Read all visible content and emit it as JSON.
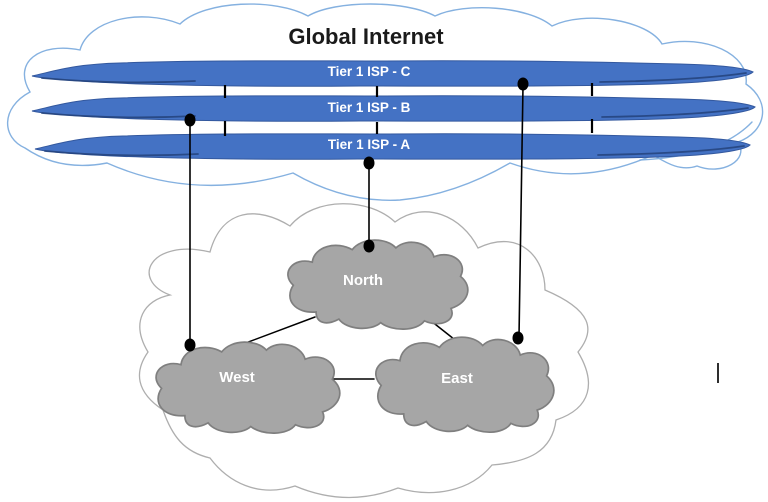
{
  "diagram": {
    "title": "Global Internet",
    "internet_cloud": {
      "name": "Global Internet",
      "tier1_isps": [
        {
          "id": "tier1-isp-c",
          "label": "Tier 1 ISP - C"
        },
        {
          "id": "tier1-isp-b",
          "label": "Tier 1 ISP - B"
        },
        {
          "id": "tier1-isp-a",
          "label": "Tier 1 ISP - A"
        }
      ]
    },
    "regional_cloud": {
      "regions": [
        {
          "id": "north",
          "label": "North"
        },
        {
          "id": "west",
          "label": "West"
        },
        {
          "id": "east",
          "label": "East"
        }
      ]
    },
    "links": [
      {
        "from": "Tier 1 ISP - C",
        "to": "Tier 1 ISP - B"
      },
      {
        "from": "Tier 1 ISP - B",
        "to": "Tier 1 ISP - A"
      },
      {
        "from": "Tier 1 ISP - B",
        "to": "West"
      },
      {
        "from": "Tier 1 ISP - A",
        "to": "North"
      },
      {
        "from": "Tier 1 ISP - C",
        "to": "East"
      },
      {
        "from": "North",
        "to": "West"
      },
      {
        "from": "North",
        "to": "East"
      },
      {
        "from": "West",
        "to": "East"
      }
    ],
    "colors": {
      "isp_band_fill": "#4472C4",
      "isp_band_edge": "#33589E",
      "isp_band_accent": "#24437C",
      "internet_cloud_outline": "#85B1E0",
      "region_cloud_fill": "#A6A6A6",
      "region_cloud_outline": "#7F7F7F",
      "outer_cloud_outline": "#AEAEAE",
      "link_color": "#000000",
      "title_color": "#1A1A1A",
      "label_color": "#FFFFFF"
    }
  }
}
